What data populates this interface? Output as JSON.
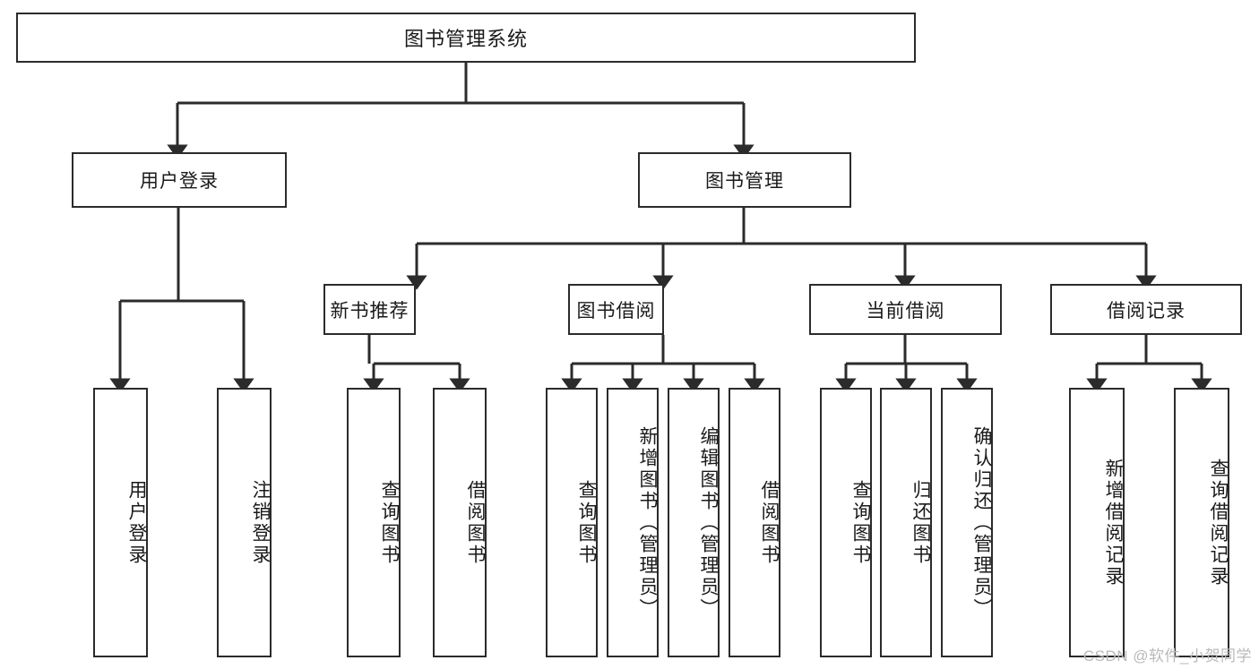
{
  "diagram": {
    "type": "hierarchy-tree",
    "title": "图书管理系统",
    "orientation": "top-down",
    "line_color": "#2b2b2b",
    "box_fill": "#ffffff",
    "text_color": "#1a1a1a"
  },
  "root": {
    "label": "图书管理系统"
  },
  "level2": {
    "user_login": {
      "label": "用户登录"
    },
    "book_manage": {
      "label": "图书管理"
    }
  },
  "level3": {
    "new_book_recommend": {
      "label": "新书推荐"
    },
    "book_borrow": {
      "label": "图书借阅"
    },
    "current_borrow": {
      "label": "当前借阅"
    },
    "borrow_record": {
      "label": "借阅记录"
    }
  },
  "leaves": {
    "user_login": [
      {
        "label": "用户登录"
      },
      {
        "label": "注销登录"
      }
    ],
    "new_book_recommend": [
      {
        "label": "查询图书"
      },
      {
        "label": "借阅图书"
      }
    ],
    "book_borrow": [
      {
        "label": "查询图书"
      },
      {
        "label": "新增图书（管理员）"
      },
      {
        "label": "编辑图书（管理员）"
      },
      {
        "label": "借阅图书"
      }
    ],
    "current_borrow": [
      {
        "label": "查询图书"
      },
      {
        "label": "归还图书"
      },
      {
        "label": "确认归还（管理员）"
      }
    ],
    "borrow_record": [
      {
        "label": "新增借阅记录"
      },
      {
        "label": "查询借阅记录"
      }
    ]
  },
  "watermark": {
    "text": "CSDN @软件_小贺同学",
    "color": "#b9b9b9"
  }
}
